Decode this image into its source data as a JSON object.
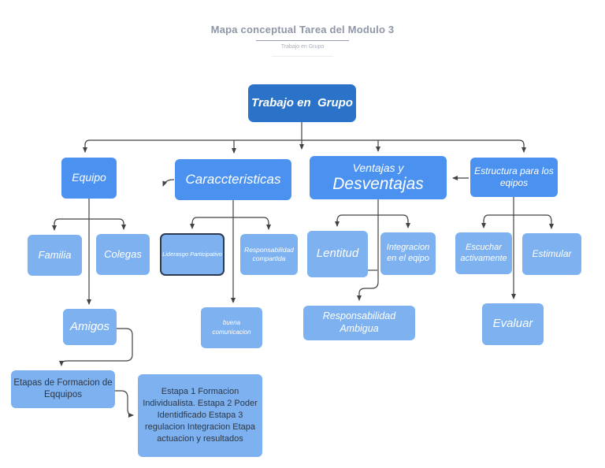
{
  "header": {
    "title": "Mapa conceptual Tarea del Modulo 3",
    "subtitle": "Trabajo en Grupo"
  },
  "nodes": {
    "root": {
      "label": "Trabajo en  Grupo"
    },
    "equipo": {
      "label": "Equipo"
    },
    "caracteristicas": {
      "label": "Caraccteristicas"
    },
    "ventajas": {
      "line1": "Ventajas y",
      "line2": "Desventajas"
    },
    "estructura": {
      "label": "Estructura para los eqipos"
    },
    "familia": {
      "label": "Familia"
    },
    "colegas": {
      "label": "Colegas"
    },
    "liderasgo": {
      "label": "Liderasgo Participativo"
    },
    "responsabilidad_compartida": {
      "label": "Responsabilidad compartida"
    },
    "lentitud": {
      "label": "Lentitud"
    },
    "integracion": {
      "label": "Integracion en el eqipo"
    },
    "escuchar": {
      "label": "Escuchar activamente"
    },
    "estimular": {
      "label": "Estimular"
    },
    "amigos": {
      "label": "Amigos"
    },
    "buena_comunicacion": {
      "line1": "buena",
      "line2": "comunicacion"
    },
    "responsabilidad_ambigua": {
      "label": "Responsabilidad Ambigua"
    },
    "evaluar": {
      "label": "Evaluar"
    },
    "etapas_formacion": {
      "label": "Etapas de Formacion de Eqquipos"
    },
    "detalle_etapas": {
      "label": "Estapa 1 Formacion Individualista. Estapa 2 Poder Identidficado Estapa 3  regulacion Integracion Etapa  actuacion y resultados"
    }
  },
  "colors": {
    "root_fill": "#2b73c8",
    "branch_fill": "#4a91f0",
    "leaf_fill": "#7db1f0",
    "outline_node_border": "#2e3a50",
    "connector": "#424242",
    "title_text": "#8e96a7",
    "node_text": "#ffffff",
    "dark_node_text": "#2e3744"
  }
}
